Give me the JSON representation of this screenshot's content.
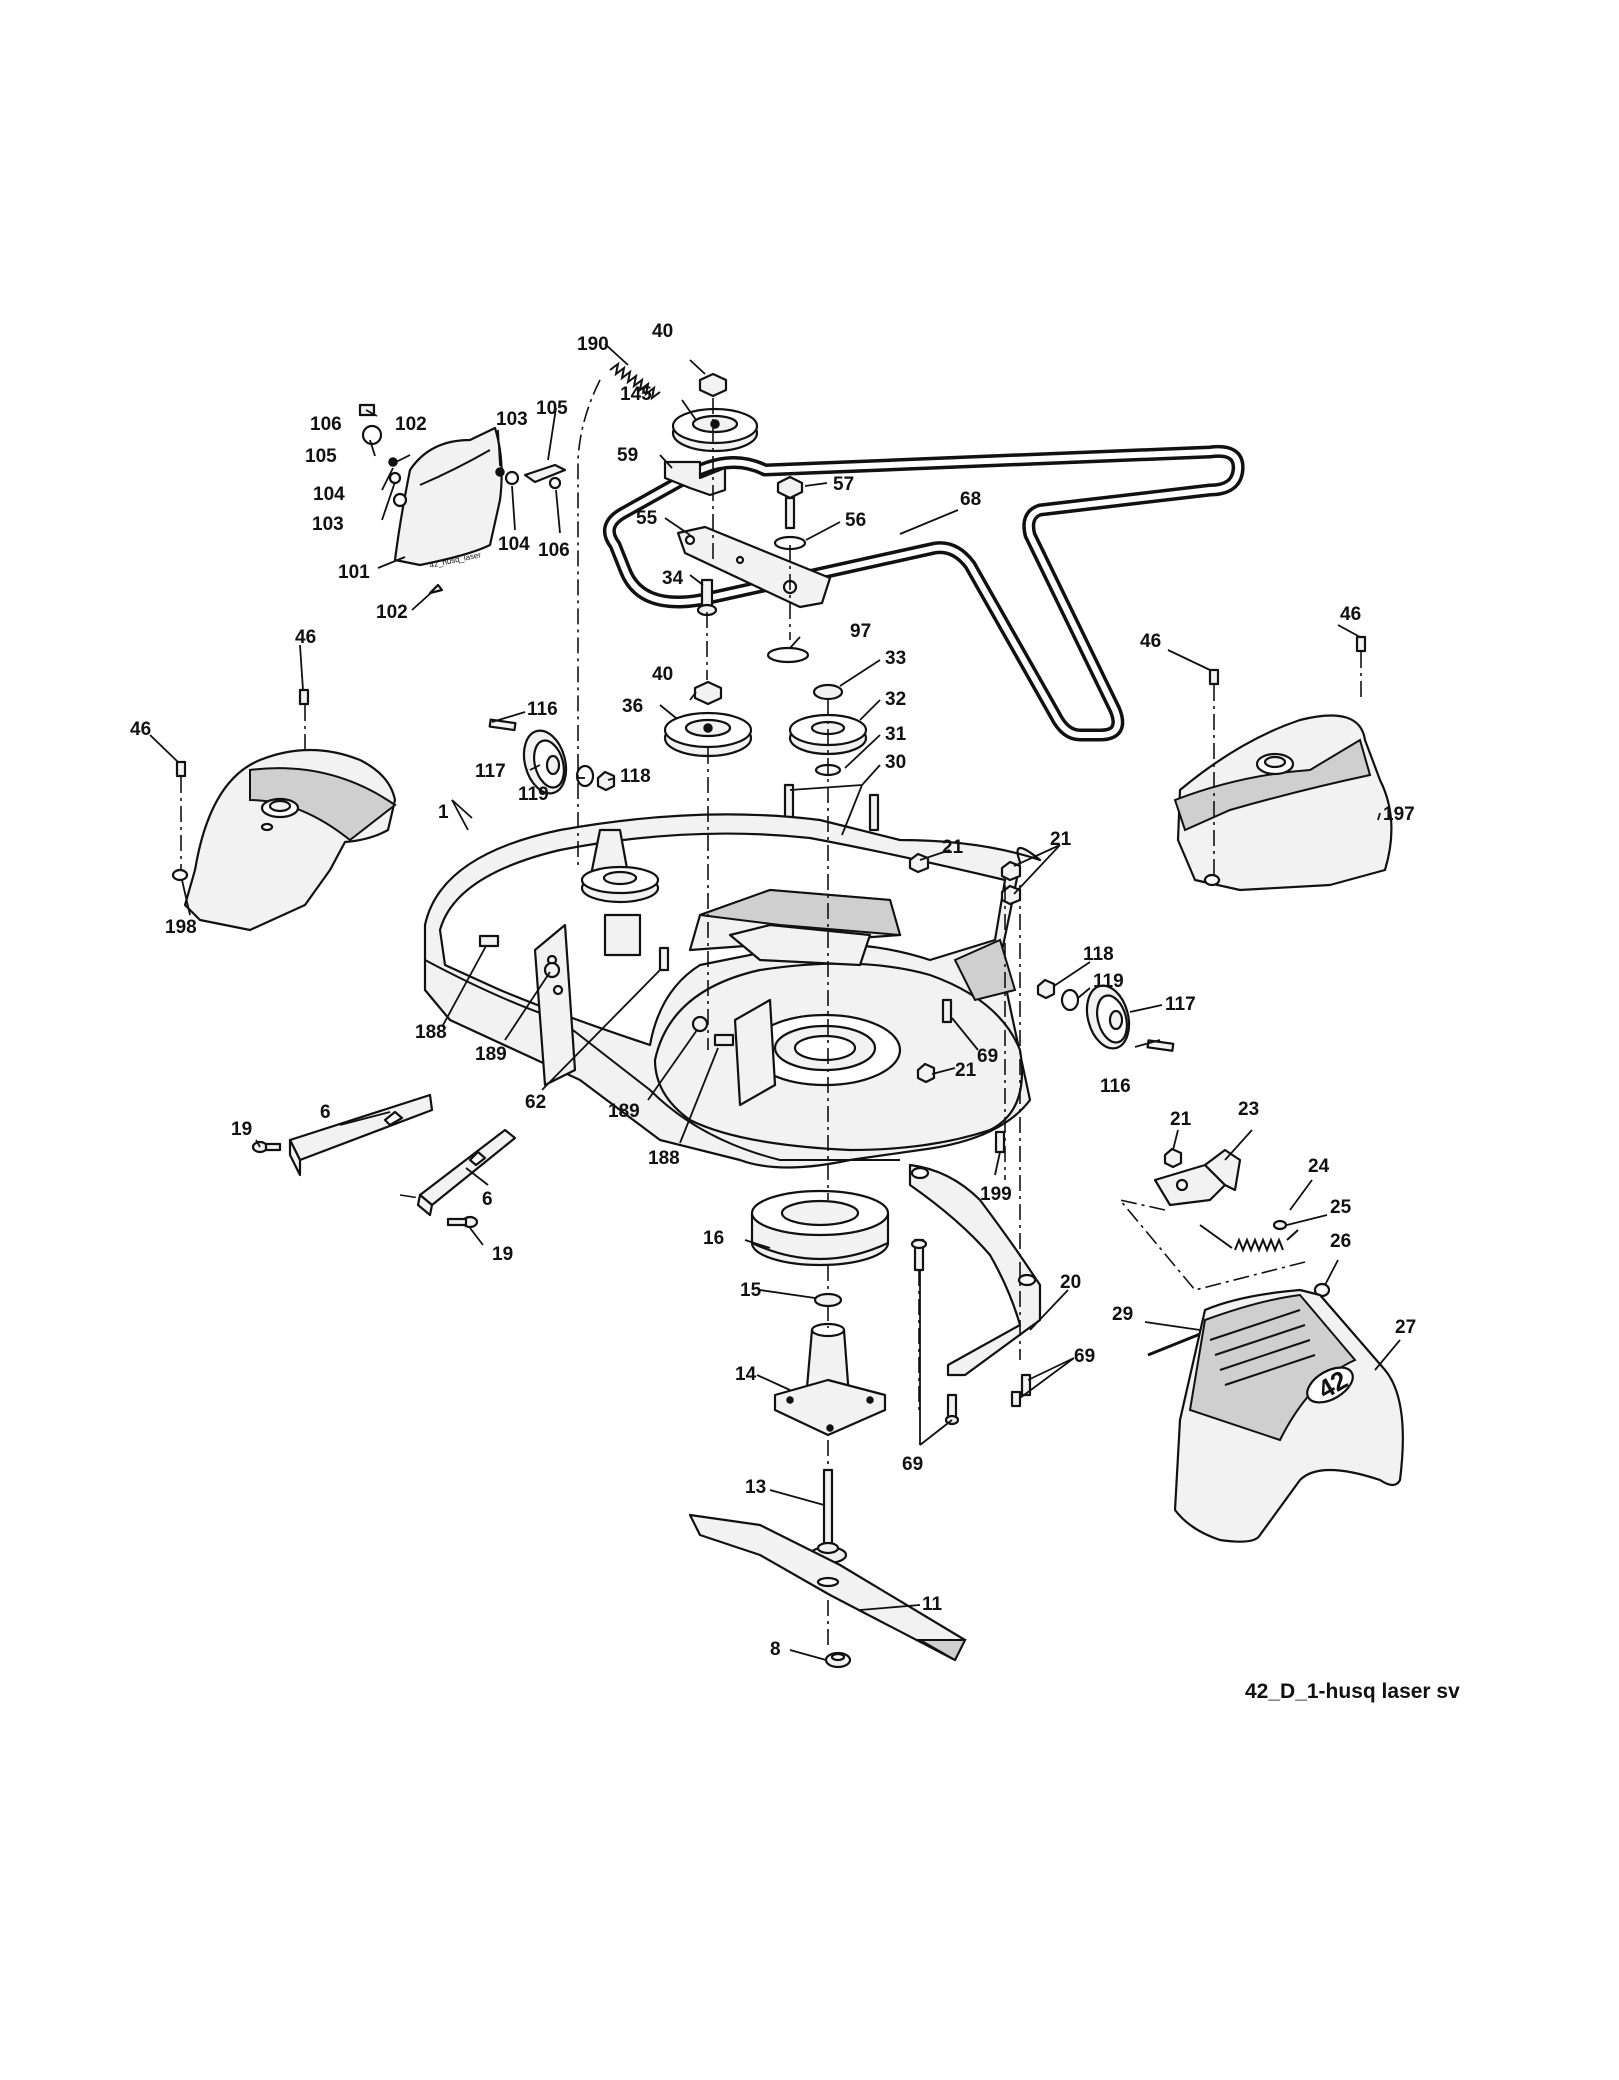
{
  "diagram": {
    "caption": "42_D_1-husq laser sv",
    "deflector_logo": "42",
    "cover_embossing": "42_husq_laser",
    "labels": {
      "l1": "1",
      "l6a": "6",
      "l6b": "6",
      "l8": "8",
      "l11": "11",
      "l13": "13",
      "l14": "14",
      "l15": "15",
      "l16": "16",
      "l19a": "19",
      "l19b": "19",
      "l20": "20",
      "l21a": "21",
      "l21b": "21",
      "l21c": "21",
      "l21d": "21",
      "l23": "23",
      "l24": "24",
      "l25": "25",
      "l26": "26",
      "l27": "27",
      "l29": "29",
      "l30": "30",
      "l31": "31",
      "l32": "32",
      "l33": "33",
      "l34": "34",
      "l36": "36",
      "l40a": "40",
      "l40b": "40",
      "l46a": "46",
      "l46b": "46",
      "l46c": "46",
      "l46d": "46",
      "l55": "55",
      "l56": "56",
      "l57": "57",
      "l59": "59",
      "l62": "62",
      "l68": "68",
      "l69a": "69",
      "l69b": "69",
      "l69c": "69",
      "l97": "97",
      "l101": "101",
      "l102a": "102",
      "l102b": "102",
      "l103a": "103",
      "l103b": "103",
      "l104a": "104",
      "l104b": "104",
      "l105a": "105",
      "l105b": "105",
      "l106a": "106",
      "l106b": "106",
      "l116a": "116",
      "l116b": "116",
      "l117a": "117",
      "l117b": "117",
      "l118a": "118",
      "l118b": "118",
      "l119a": "119",
      "l119b": "119",
      "l145": "145",
      "l188a": "188",
      "l188b": "188",
      "l189a": "189",
      "l189b": "189",
      "l190": "190",
      "l197": "197",
      "l198": "198",
      "l199": "199"
    }
  }
}
